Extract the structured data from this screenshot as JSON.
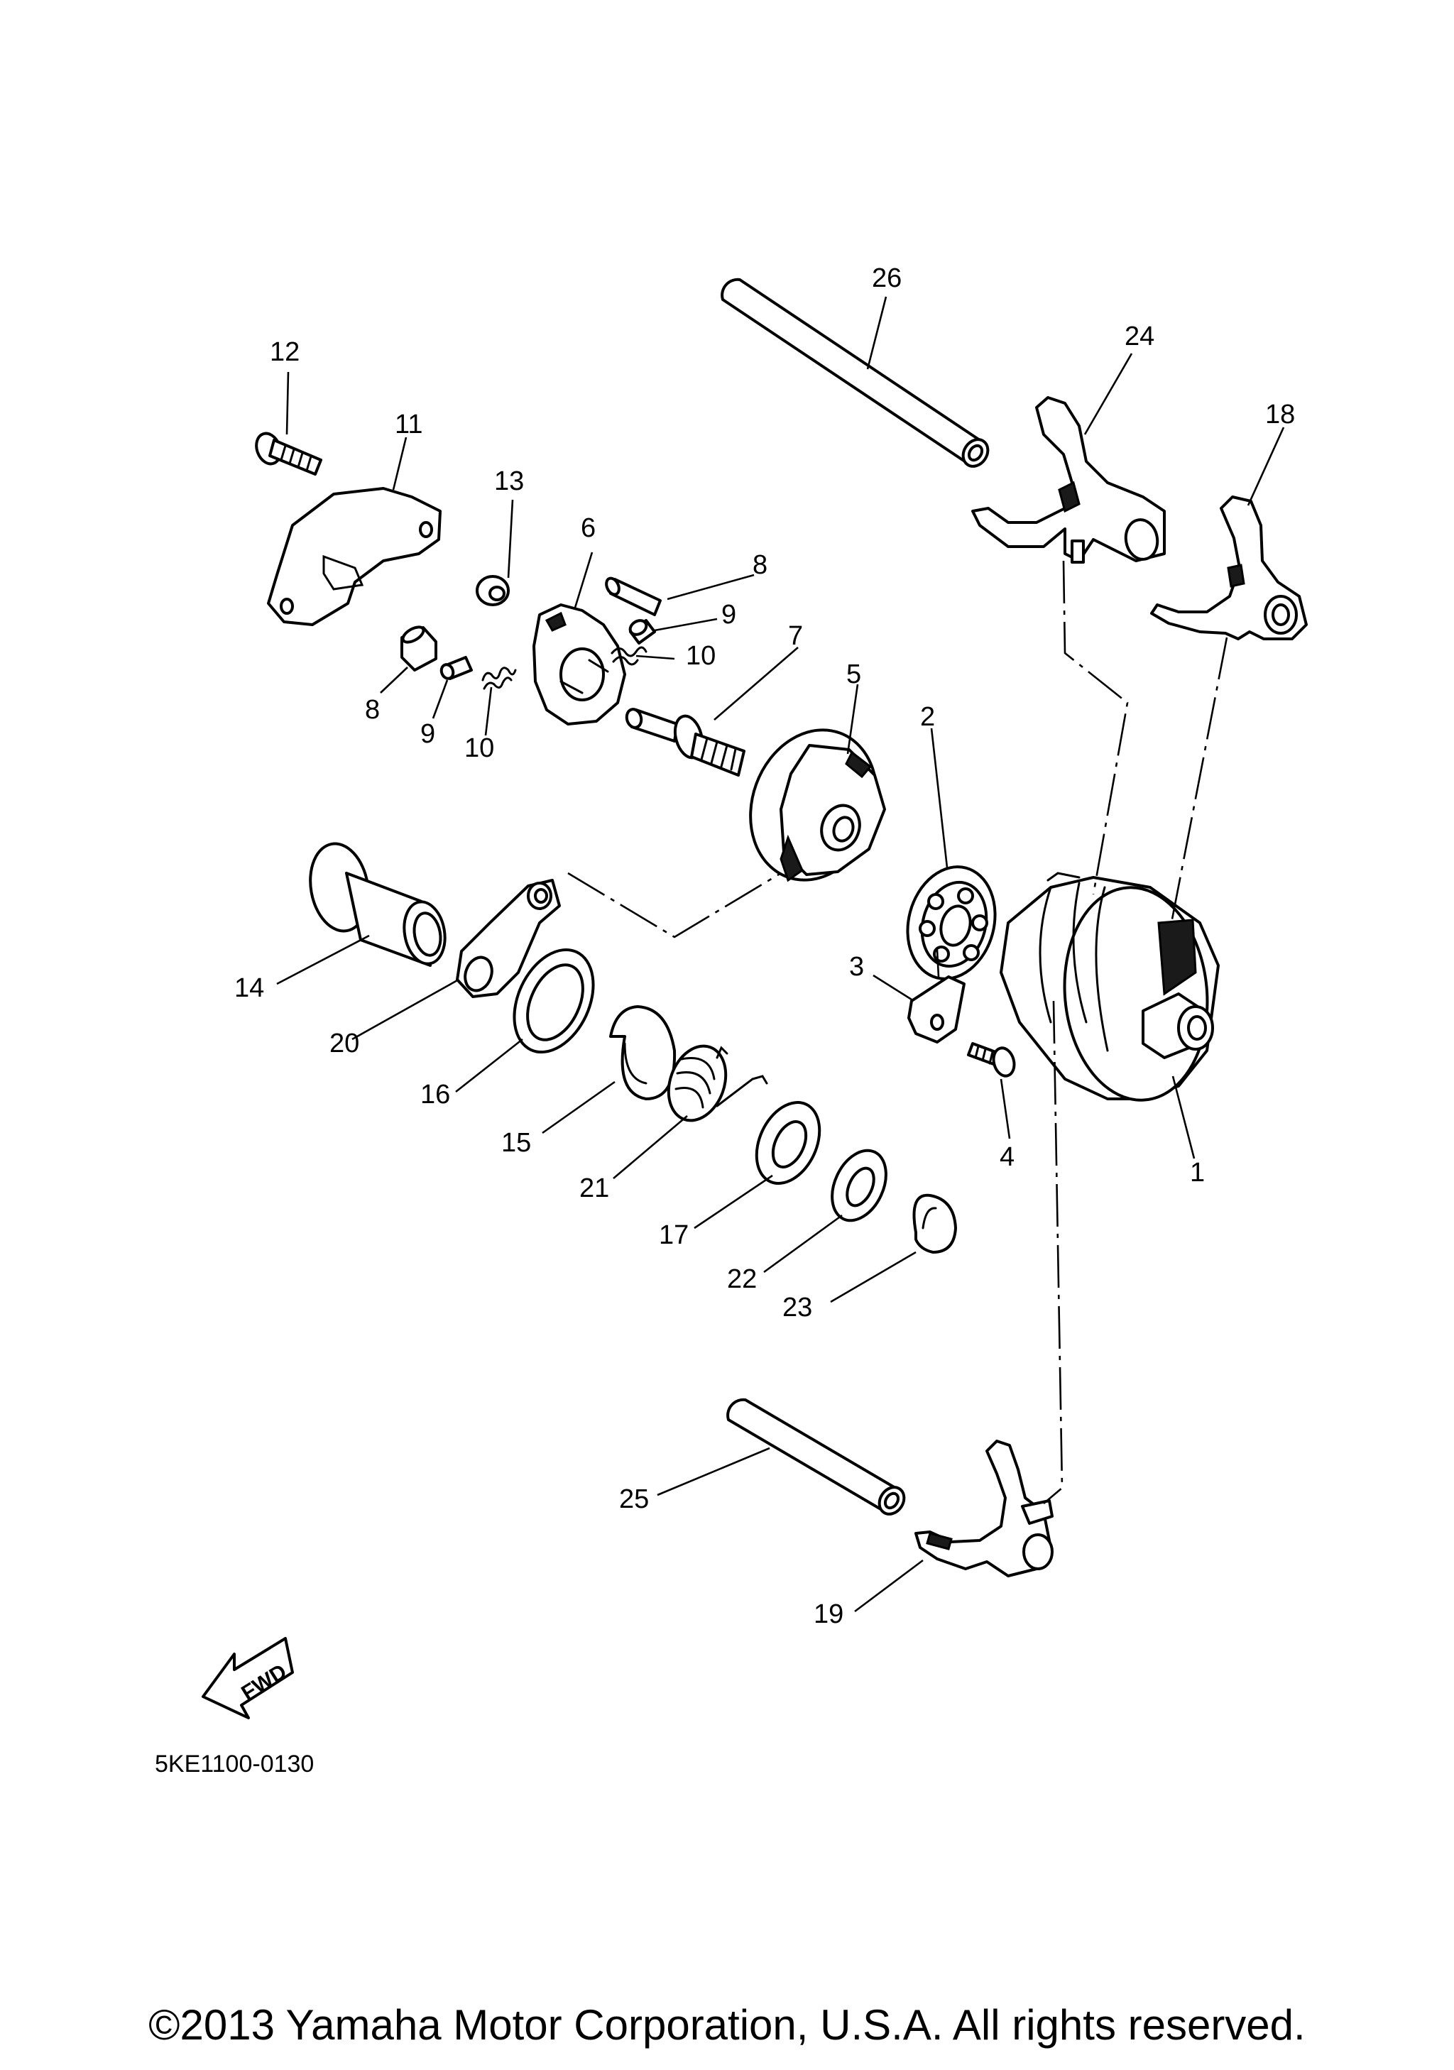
{
  "callouts": [
    "1",
    "2",
    "3",
    "4",
    "5",
    "6",
    "7",
    "8",
    "8",
    "9",
    "9",
    "10",
    "10",
    "11",
    "12",
    "13",
    "14",
    "15",
    "16",
    "17",
    "18",
    "19",
    "20",
    "21",
    "22",
    "23",
    "24",
    "25",
    "26"
  ],
  "diagram_code": "5KE1100-0130",
  "fwd_label": "FWD",
  "copyright": "©2013 Yamaha Motor Corporation, U.S.A. All rights reserved."
}
